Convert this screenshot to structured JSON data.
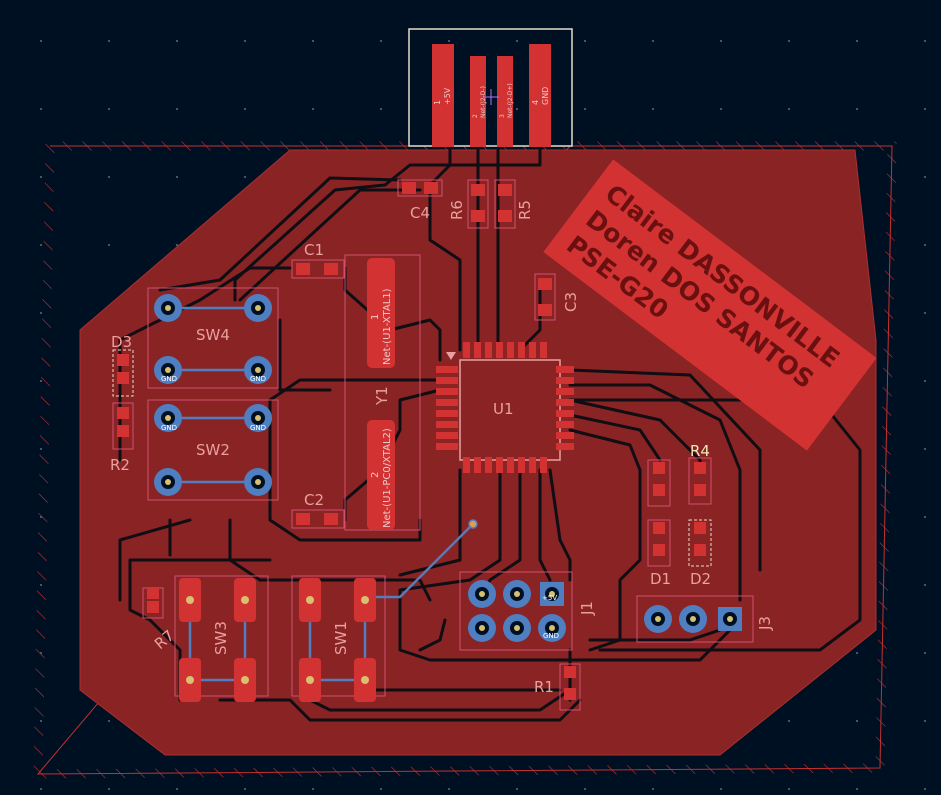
{
  "colors": {
    "background": "#001023",
    "copper": "#8a2323",
    "copper_edge": "#b33a3a",
    "track": "#0e0e14",
    "pad": "#d23232",
    "pad_light": "#e04a4a",
    "silk": "#e9a0a0",
    "via": "#4f7ec1",
    "courtyard": "#e6dccb",
    "fab": "#d05070",
    "keepout": "#c43030"
  },
  "board": {
    "signature": [
      "Claire DASSONVILLE",
      "Doren DOS SANTOS",
      "PSE-G20"
    ]
  },
  "connector_top": {
    "pins": [
      {
        "num": "1",
        "net": "+5V"
      },
      {
        "num": "2",
        "net": "Net-(J2-D-)"
      },
      {
        "num": "3",
        "net": "Net-(J2-D+)"
      },
      {
        "num": "4",
        "net": "GND"
      }
    ]
  },
  "components": {
    "C4": "C4",
    "R6": "R6",
    "R5": "R5",
    "C1": "C1",
    "C2": "C2",
    "C3": "C3",
    "Y1": "Y1",
    "Y1_pad1": "1",
    "Y1_net1": "Net-(U1-XTAL1)",
    "Y1_pad2": "2",
    "Y1_net2": "Net-(U1-PC0/XTAL2)",
    "U1": "U1",
    "SW4": "SW4",
    "SW2": "SW2",
    "SW3": "SW3",
    "SW1": "SW1",
    "D3": "D3",
    "R2": "R2",
    "R7": "R7",
    "R4": "R4",
    "D1": "D1",
    "D2": "D2",
    "J1": "J1",
    "J3": "J3",
    "R1": "R1",
    "sw_gnd": "GND",
    "j1_pin1": "+5V",
    "j1_gnd": "GND"
  }
}
